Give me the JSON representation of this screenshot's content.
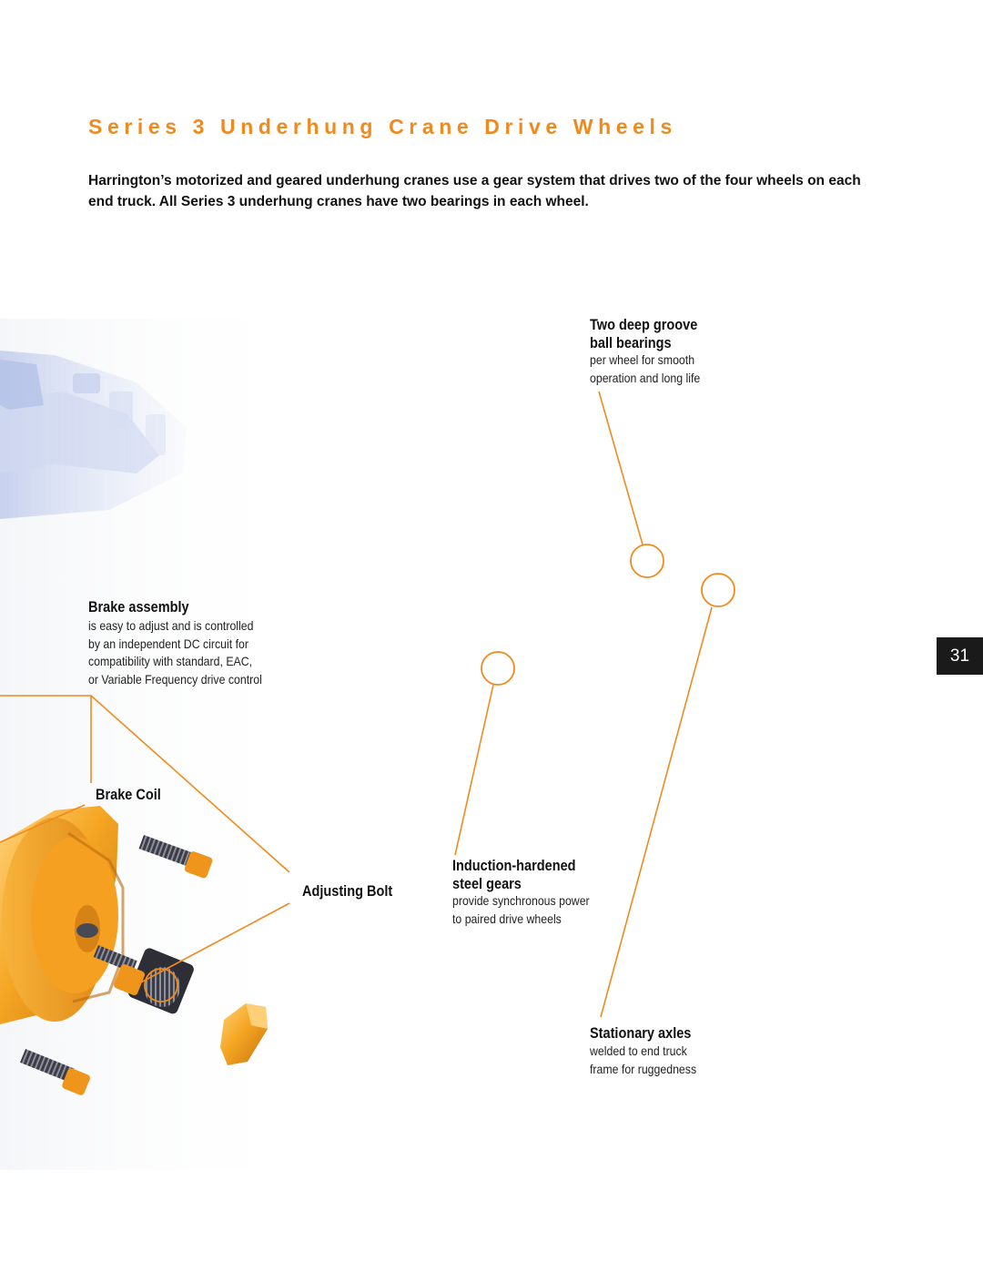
{
  "title": "Series 3 Underhung Crane Drive Wheels",
  "intro": "Harrington’s motorized and geared underhung cranes use a gear system that drives two of the four wheels on each end truck. All Series 3 underhung cranes have two bearings in each wheel.",
  "callouts": {
    "bearings": {
      "heading": [
        "Two deep groove",
        "ball bearings"
      ],
      "body": [
        "per wheel for smooth",
        "operation and long life"
      ]
    },
    "brake_assembly": {
      "heading": [
        "Brake assembly"
      ],
      "body": [
        "is easy to adjust and is controlled",
        "by an independent DC circuit for",
        "compatibility with standard, EAC,",
        "or Variable Frequency drive control"
      ]
    },
    "brake_coil": {
      "heading": [
        "Brake Coil"
      ]
    },
    "adjusting_bolt": {
      "heading": [
        "Adjusting Bolt"
      ]
    },
    "gears": {
      "heading": [
        "Induction-hardened",
        "steel gears"
      ],
      "body": [
        "provide synchronous power",
        "to paired drive wheels"
      ]
    },
    "axles": {
      "heading": [
        "Stationary axles"
      ],
      "body": [
        "welded to end truck",
        "frame for ruggedness"
      ]
    }
  },
  "page_number": "31",
  "colors": {
    "accent": "#f08a1e",
    "text": "#111111",
    "tab": "#1a1a1a"
  }
}
